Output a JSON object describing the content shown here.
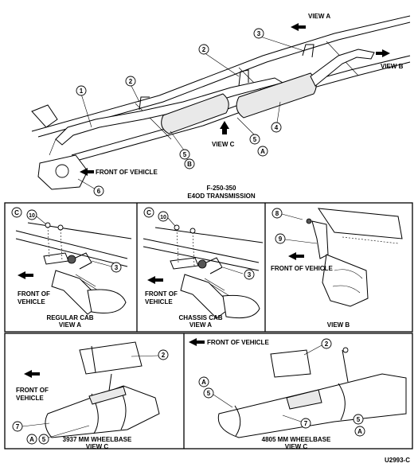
{
  "top": {
    "title_line1": "F-250-350",
    "title_line2": "E4OD TRANSMISSION",
    "view_a": "VIEW A",
    "view_b": "VIEW B",
    "view_c": "VIEW C",
    "front": "FRONT OF VEHICLE",
    "callouts": [
      "1",
      "2",
      "2",
      "3",
      "4",
      "5",
      "5",
      "6",
      "A",
      "B"
    ]
  },
  "panels": {
    "regular_cab": {
      "corner": "C",
      "title": "REGULAR CAB",
      "sub": "VIEW A",
      "front1": "FRONT OF",
      "front2": "VEHICLE",
      "c10": "10",
      "c3": "3"
    },
    "chassis_cab": {
      "corner": "C",
      "title": "CHASSIS CAB",
      "sub": "VIEW A",
      "front1": "FRONT OF",
      "front2": "VEHICLE",
      "c10": "10",
      "c3": "3"
    },
    "view_b": {
      "title": "VIEW B",
      "front": "FRONT OF VEHICLE",
      "c8": "8",
      "c9": "9"
    },
    "wb3937": {
      "title": "3937 MM WHEELBASE",
      "sub": "VIEW C",
      "front1": "FRONT OF",
      "front2": "VEHICLE",
      "c2": "2",
      "c7": "7",
      "cA": "A",
      "c5": "5"
    },
    "wb4805": {
      "title": "4805 MM WHEELBASE",
      "sub": "VIEW C",
      "front": "FRONT OF VEHICLE",
      "c2": "2",
      "c7": "7",
      "cA": "A",
      "c5": "5"
    }
  },
  "figure_id": "U2993-C"
}
